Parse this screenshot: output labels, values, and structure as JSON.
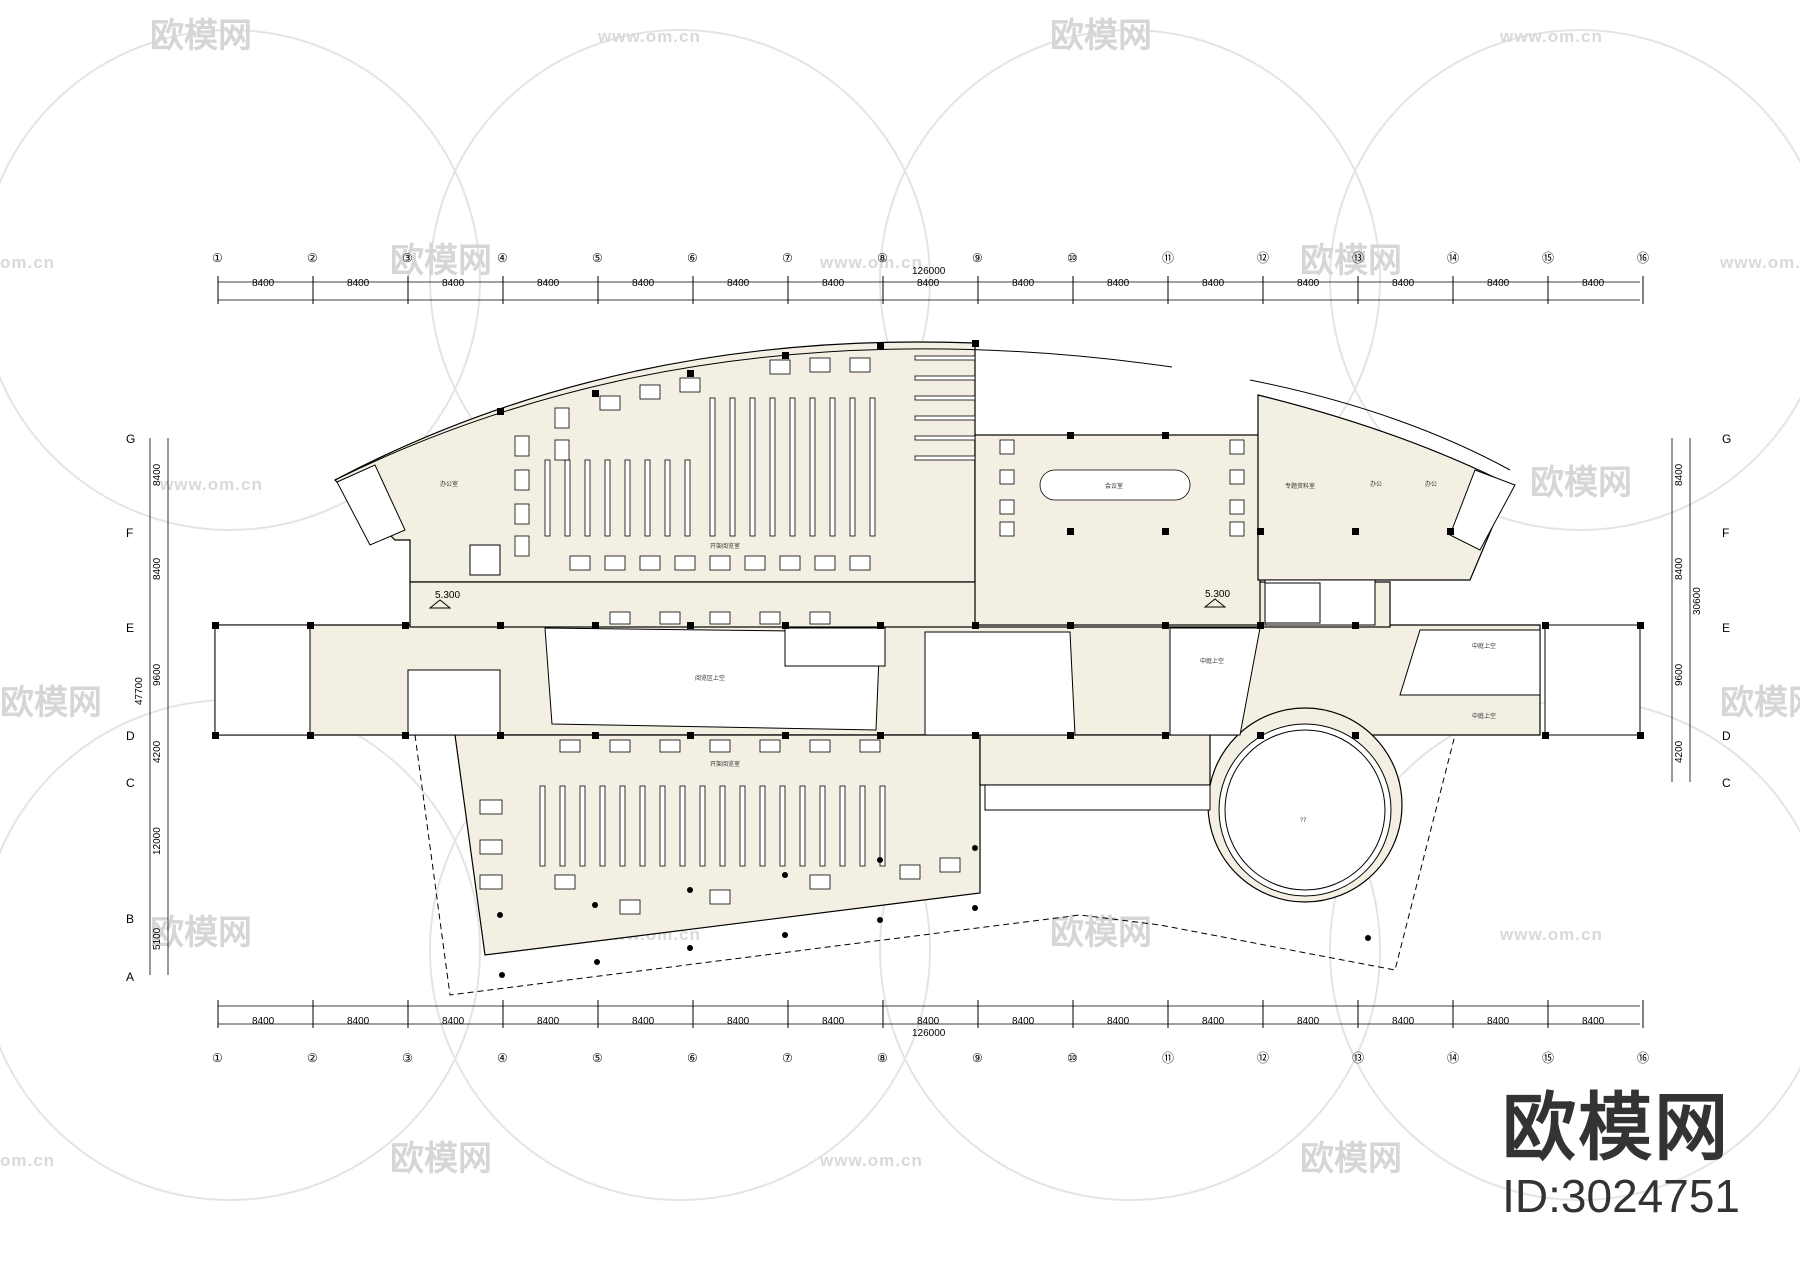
{
  "plan": {
    "total_dimension": "126000",
    "bay_dimension": "8400",
    "column_axes": [
      "①",
      "②",
      "③",
      "④",
      "⑤",
      "⑥",
      "⑦",
      "⑧",
      "⑨",
      "⑩",
      "⑪",
      "⑫",
      "⑬",
      "⑭",
      "⑮",
      "⑯"
    ],
    "row_axes": [
      "G",
      "F",
      "E",
      "D",
      "C",
      "B",
      "A"
    ],
    "left_segment_dims": [
      "8400",
      "8400",
      "9600",
      "4200",
      "12000",
      "5100"
    ],
    "left_total": "47700",
    "right_segment_dims": [
      "8400",
      "8400",
      "9600",
      "4200"
    ],
    "right_total": "30600",
    "level_left": "5.300",
    "level_right": "5.300",
    "rooms": {
      "office_left": "办公室",
      "reading_north": "开架阅览室",
      "reading_south": "开架阅览室",
      "central_void": "阅览区上空",
      "meeting": "会议室",
      "office_r1": "专题资料室",
      "office_r2": "办公",
      "office_r3": "办公",
      "atrium": "中庭上空",
      "upper_r1": "中庭上空",
      "upper_r2": "中庭上空",
      "rotunda": "??"
    },
    "colors": {
      "floor": "#f3efe2",
      "line": "#000000",
      "watermark": "#d6d6d6"
    }
  },
  "watermark": {
    "brand": "欧模网",
    "url": "www.om.cn",
    "partial_url": "om.cn"
  },
  "branding": {
    "logo": "欧模网",
    "id_label": "ID:3024751"
  }
}
